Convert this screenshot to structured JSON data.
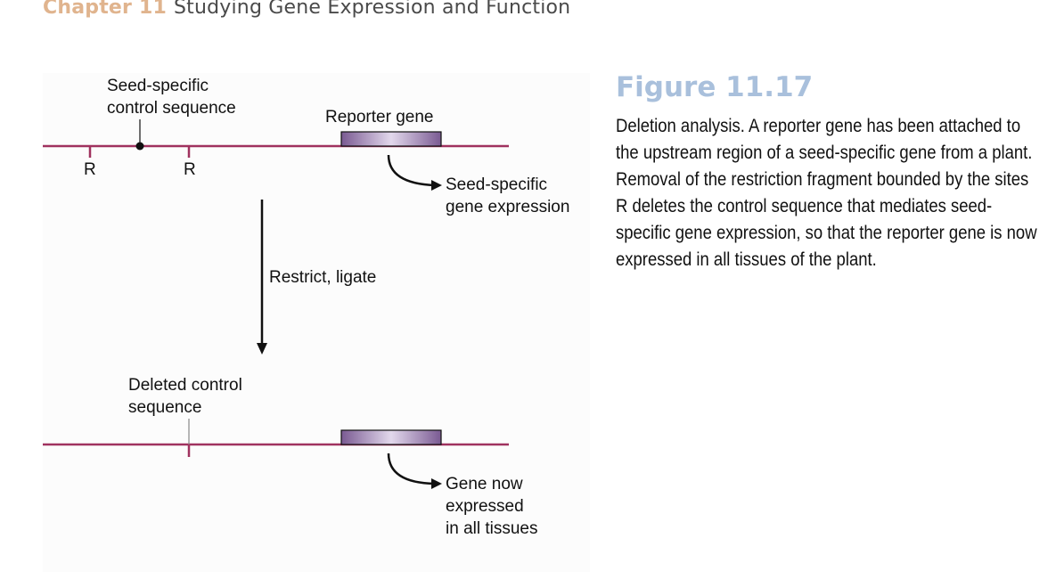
{
  "header": {
    "chapter_number": "Chapter 11",
    "chapter_title": "Studying Gene Expression and Function"
  },
  "figure": {
    "title": "Figure 11.17",
    "caption": "Deletion analysis. A reporter gene has been attached to the upstream region of a seed-specific gene from a plant. Removal of the restriction fragment bounded by the sites R deletes the control sequence that mediates seed-specific gene expression, so that the reporter gene is now expressed in all tissues of the plant."
  },
  "diagram": {
    "top": {
      "control_label_line1": "Seed-specific",
      "control_label_line2": "control sequence",
      "reporter_label": "Reporter gene",
      "site_left": "R",
      "site_right": "R",
      "expression_line1": "Seed-specific",
      "expression_line2": "gene expression"
    },
    "step_label": "Restrict, ligate",
    "bottom": {
      "deleted_label_line1": "Deleted control",
      "deleted_label_line2": "sequence",
      "expression_line1": "Gene now",
      "expression_line2": "expressed",
      "expression_line3": "in all tissues"
    },
    "colors": {
      "dna_line": "#a0325f",
      "gene_dark": "#7a5a92",
      "gene_light": "#e2d8ec"
    }
  }
}
